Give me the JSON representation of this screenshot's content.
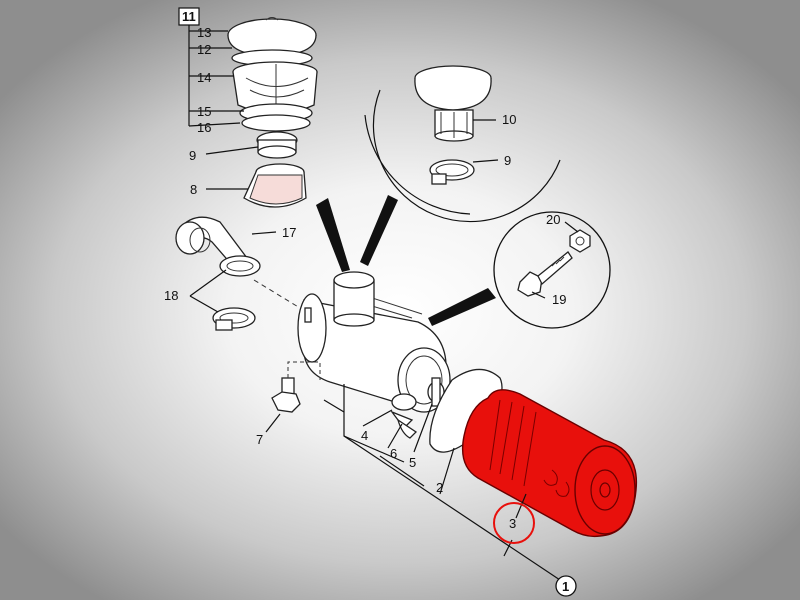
{
  "callouts": {
    "c11": "11",
    "c13": "13",
    "c12": "12",
    "c14": "14",
    "c15": "15",
    "c16": "16",
    "c9a": "9",
    "c8": "8",
    "c10": "10",
    "c9b": "9",
    "c17": "17",
    "c18": "18",
    "c20": "20",
    "c19": "19",
    "c7": "7",
    "c4": "4",
    "c6": "6",
    "c5": "5",
    "c2": "2",
    "c3": "3",
    "c1": "1"
  },
  "colors": {
    "highlight_fill": "#e8100c",
    "highlight_circle": "#e8100c",
    "line": "#111111"
  },
  "highlighted_part": "3"
}
